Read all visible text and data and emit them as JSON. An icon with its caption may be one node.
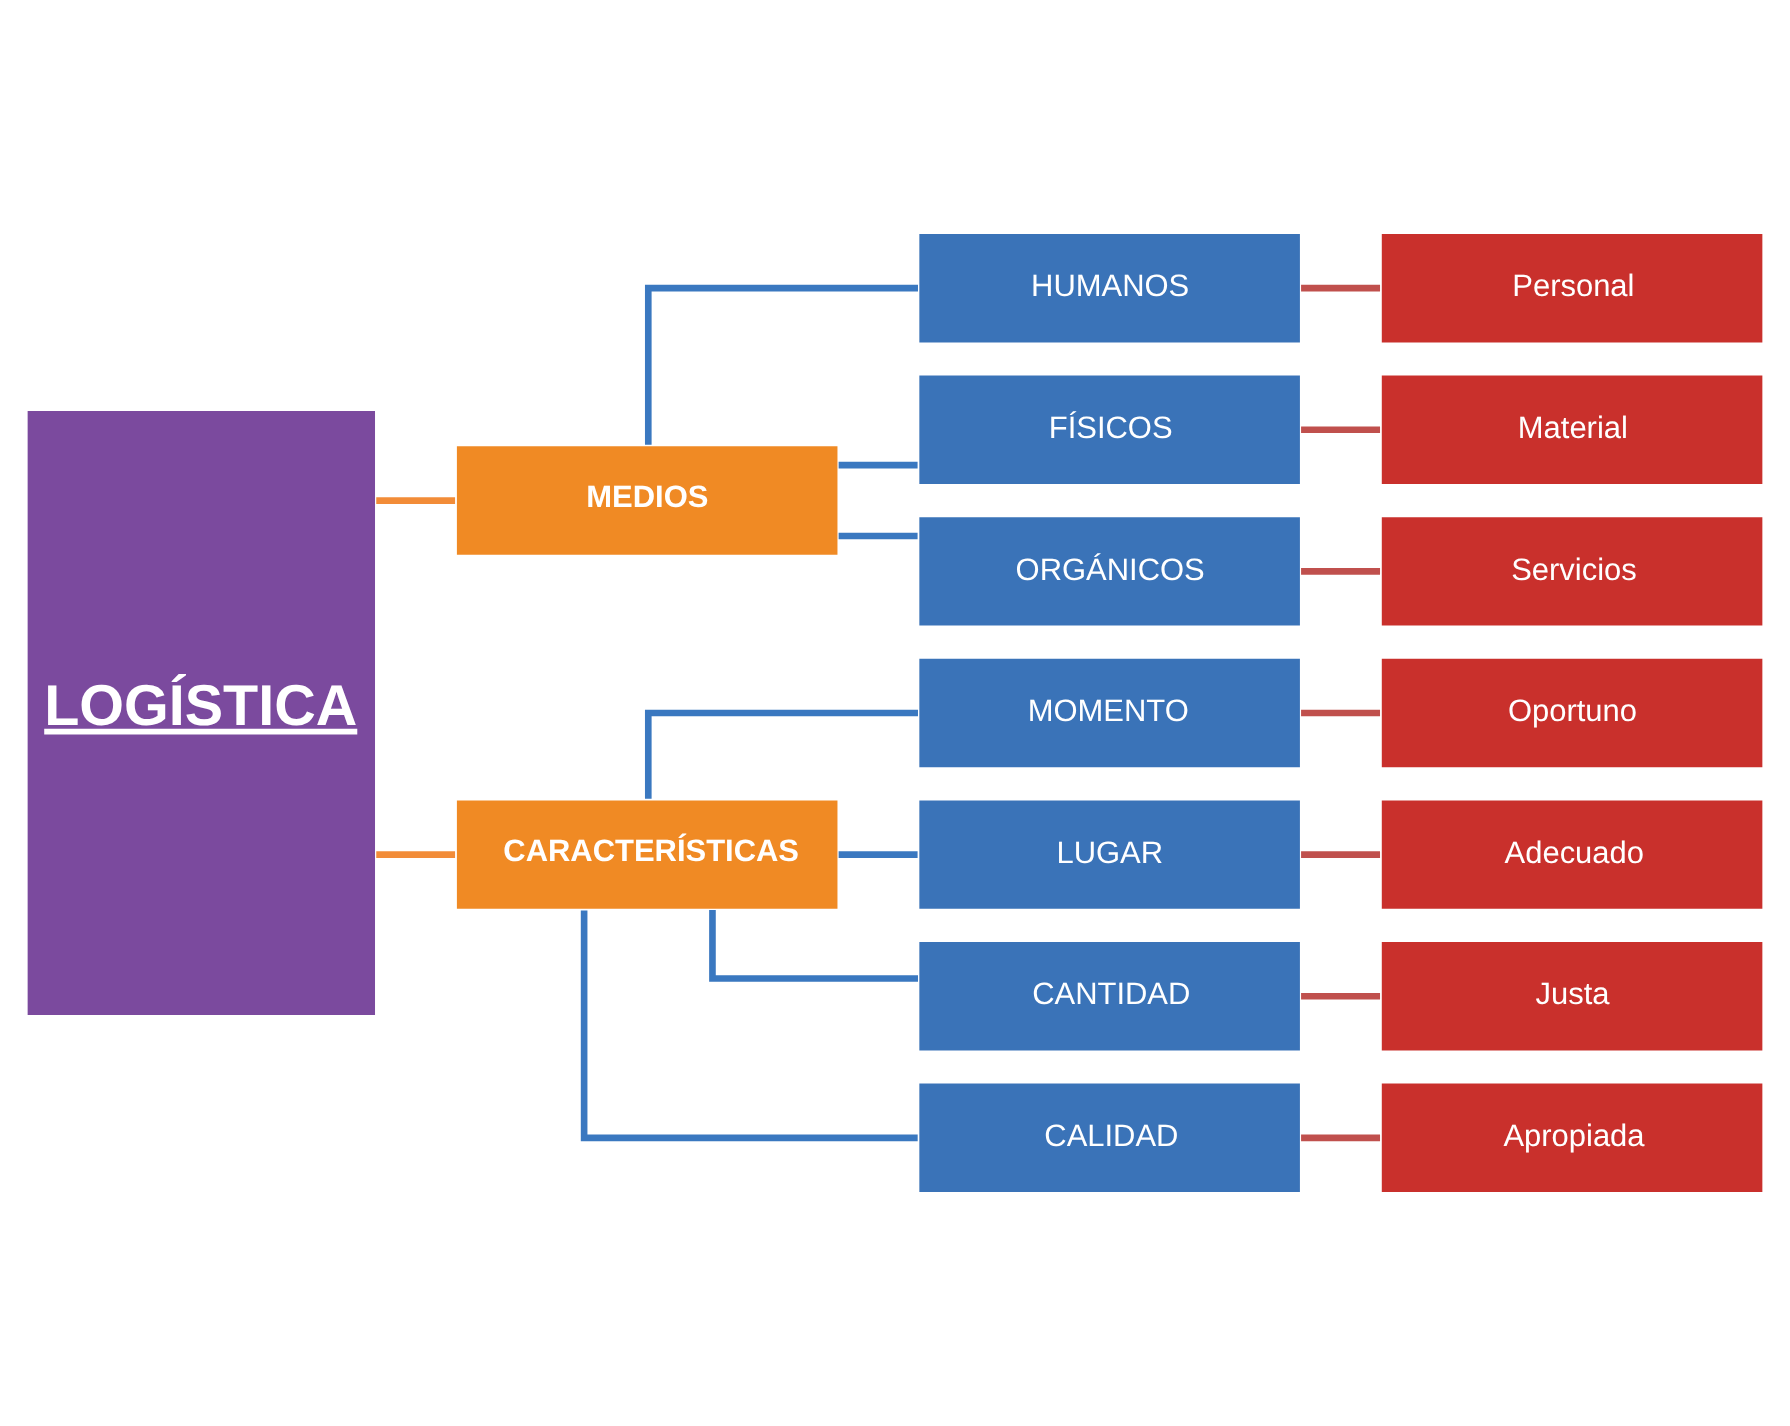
{
  "diagram": {
    "nodes": [
      {
        "text": [
          "LOGÍSTICA"
        ]
      },
      {
        "text": [
          "MEDIOS"
        ]
      },
      {
        "text": [
          "CARACTERÍSTICAS"
        ]
      },
      {
        "text": [
          "HUMANOS"
        ]
      },
      {
        "text": [
          "FÍSICOS"
        ]
      },
      {
        "text": [
          "ORGÁNICOS"
        ]
      },
      {
        "text": [
          "MOMENTO"
        ]
      },
      {
        "text": [
          "LUGAR"
        ]
      },
      {
        "text": [
          "CANTIDAD"
        ]
      },
      {
        "text": [
          "CALIDAD"
        ]
      },
      {
        "text": [
          "Personal"
        ]
      },
      {
        "text": [
          "Material"
        ]
      },
      {
        "text": [
          "Servicios"
        ]
      },
      {
        "text": [
          "Oportuno"
        ]
      },
      {
        "text": [
          "Adecuado"
        ]
      },
      {
        "text": [
          "Justa"
        ]
      },
      {
        "text": [
          "Apropiada"
        ]
      }
    ],
    "edges": [
      {
        "from": 0,
        "to": 1,
        "arrow": "none",
        "color": "#f28c38"
      },
      {
        "from": 0,
        "to": 2,
        "arrow": "none",
        "color": "#f28c38"
      },
      {
        "from": 1,
        "to": 3,
        "arrow": "none",
        "color": "#3a78c0"
      },
      {
        "from": 1,
        "to": 4,
        "arrow": "none",
        "color": "#3a78c0"
      },
      {
        "from": 1,
        "to": 5,
        "arrow": "none",
        "color": "#3a78c0"
      },
      {
        "from": 2,
        "to": 6,
        "arrow": "none",
        "color": "#3a78c0"
      },
      {
        "from": 2,
        "to": 7,
        "arrow": "none",
        "color": "#3a78c0"
      },
      {
        "from": 2,
        "to": 8,
        "arrow": "none",
        "color": "#3a78c0"
      },
      {
        "from": 2,
        "to": 9,
        "arrow": "none",
        "color": "#3a78c0"
      },
      {
        "from": 3,
        "to": 10,
        "arrow": "none",
        "color": "#c0504d"
      },
      {
        "from": 4,
        "to": 11,
        "arrow": "none",
        "color": "#c0504d"
      },
      {
        "from": 5,
        "to": 12,
        "arrow": "none",
        "color": "#c0504d"
      },
      {
        "from": 6,
        "to": 13,
        "arrow": "none",
        "color": "#c0504d"
      },
      {
        "from": 7,
        "to": 14,
        "arrow": "none",
        "color": "#c0504d"
      },
      {
        "from": 8,
        "to": 15,
        "arrow": "none",
        "color": "#c0504d"
      },
      {
        "from": 9,
        "to": 16,
        "arrow": "none",
        "color": "#c0504d"
      }
    ]
  }
}
